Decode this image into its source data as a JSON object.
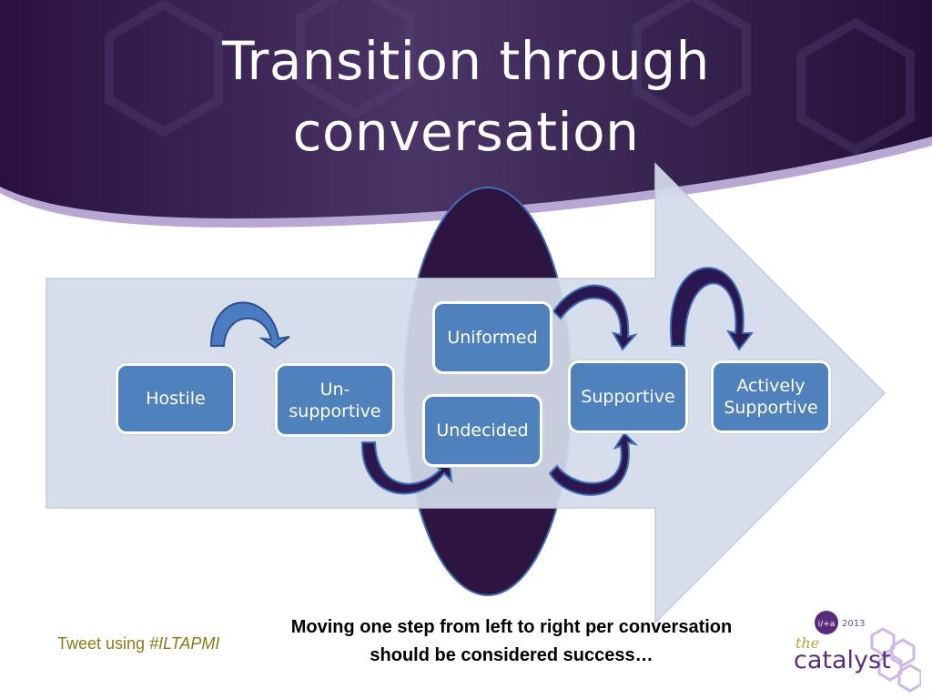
{
  "slide": {
    "title_line1": "Transition through",
    "title_line2": "conversation",
    "stages": [
      {
        "label": "Hostile"
      },
      {
        "label": "Un-\nsupportive"
      },
      {
        "label": "Uniformed"
      },
      {
        "label": "Undecided"
      },
      {
        "label": "Supportive"
      },
      {
        "label": "Actively\nSupportive"
      }
    ],
    "caption_line1": "Moving one step from left to right per conversation",
    "caption_line2": "should be considered success…",
    "tweet_prefix": "Tweet using ",
    "tweet_hashtag": "#ILTAPMI",
    "logo": {
      "badge_text": "i/+a",
      "year": "2013",
      "the": "the",
      "name": "catalyst"
    },
    "colors": {
      "header_purple": "#2d1342",
      "header_band": "#b9a7d3",
      "arrow_fill": "#d3dcea",
      "ellipse_fill": "#2e1440",
      "stage_fill": "#4f81bd",
      "curve_blue": "#3f6db2",
      "curve_navy": "#25124a",
      "tweet_color": "#8a7a16"
    }
  }
}
